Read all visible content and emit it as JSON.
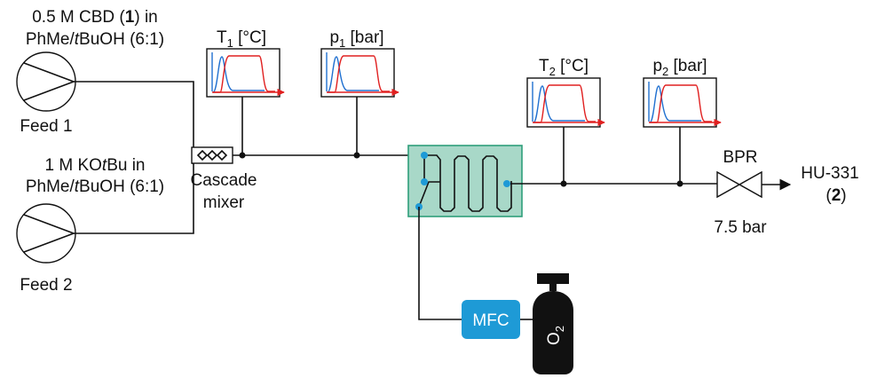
{
  "feed1": {
    "line1_pre": "0.5 M CBD (",
    "line1_bold": "1",
    "line1_post": ") in",
    "line2_pre": "PhMe/",
    "line2_italic": "t",
    "line2_post": "BuOH (6:1)",
    "label": "Feed 1"
  },
  "feed2": {
    "line1_pre": "1 M KO",
    "line1_italic": "t",
    "line1_post": "Bu in",
    "line2_pre": "PhMe/",
    "line2_italic": "t",
    "line2_post": "BuOH (6:1)",
    "label": "Feed 2"
  },
  "mixer": {
    "line1": "Cascade",
    "line2": "mixer"
  },
  "sensors": {
    "t1": {
      "main": "T",
      "sub": "1",
      "unit": " [°C]"
    },
    "p1": {
      "main": "p",
      "sub": "1",
      "unit": " [bar]"
    },
    "t2": {
      "main": "T",
      "sub": "2",
      "unit": " [°C]"
    },
    "p2": {
      "main": "p",
      "sub": "2",
      "unit": " [bar]"
    }
  },
  "bpr": {
    "label": "BPR",
    "pressure": "7.5 bar"
  },
  "product": {
    "name": "HU-331",
    "id_open": "(",
    "id_bold": "2",
    "id_close": ")"
  },
  "mfc": {
    "label": "MFC"
  },
  "gas": {
    "main": "O",
    "sub": "2"
  },
  "colors": {
    "reactor_fill": "#a8d8c8",
    "reactor_stroke": "#2e9e7a",
    "mfc": "#1e9ad6",
    "node_blue": "#1e9ad6",
    "trace_red": "#e02020",
    "trace_blue": "#2070d0",
    "cylinder": "#111111"
  },
  "icons": [
    "pump-icon",
    "cascade-mixer-icon",
    "coil-reactor-icon",
    "valve-icon",
    "gas-cylinder-icon",
    "arrow-icon"
  ]
}
